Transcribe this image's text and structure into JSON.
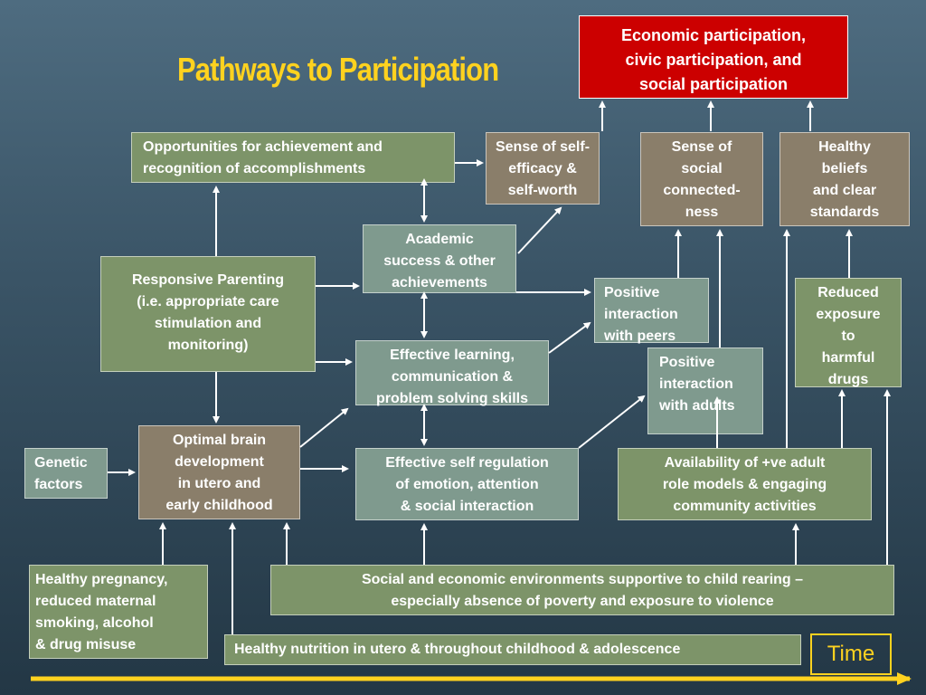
{
  "title": "Pathways to Participation",
  "time_label": "Time",
  "boxes": {
    "outcome": "Economic participation,\ncivic participation, and\nsocial participation",
    "opportunities": "Opportunities for achievement and\nrecognition of accomplishments",
    "self_efficacy": "Sense of self-\nefficacy &\nself-worth",
    "connectedness": "Sense of\nsocial\nconnected-\nness",
    "healthy_beliefs": "Healthy\nbeliefs\nand clear\nstandards",
    "academic": "Academic\nsuccess & other\nachievements",
    "responsive_parenting": "Responsive Parenting\n(i.e. appropriate care\nstimulation and\nmonitoring)",
    "positive_peers": "Positive\ninteraction\nwith peers",
    "reduced_exposure": "Reduced\nexposure\nto\nharmful\ndrugs",
    "effective_learning": "Effective learning,\ncommunication &\nproblem solving skills",
    "positive_adults": "Positive\ninteraction\nwith adults",
    "genetic": "Genetic\nfactors",
    "brain": "Optimal brain\ndevelopment\nin utero and\nearly childhood",
    "self_regulation": "Effective self regulation\nof emotion, attention\n& social interaction",
    "role_models": "Availability of +ve adult\nrole models & engaging\ncommunity activities",
    "pregnancy": "Healthy pregnancy,\nreduced maternal\nsmoking, alcohol\n& drug misuse",
    "environments": "Social and economic environments supportive to child rearing –\nespecially absence of poverty and exposure to violence",
    "nutrition": "Healthy  nutrition in utero & throughout childhood & adolescence"
  },
  "colors": {
    "title": "#ffd21f",
    "outcome_box": "#cc0000",
    "green_box": "#7d9469",
    "brown_box": "#8a7e6a",
    "arrow": "#ffffff",
    "time_axis": "#ffd21f"
  }
}
